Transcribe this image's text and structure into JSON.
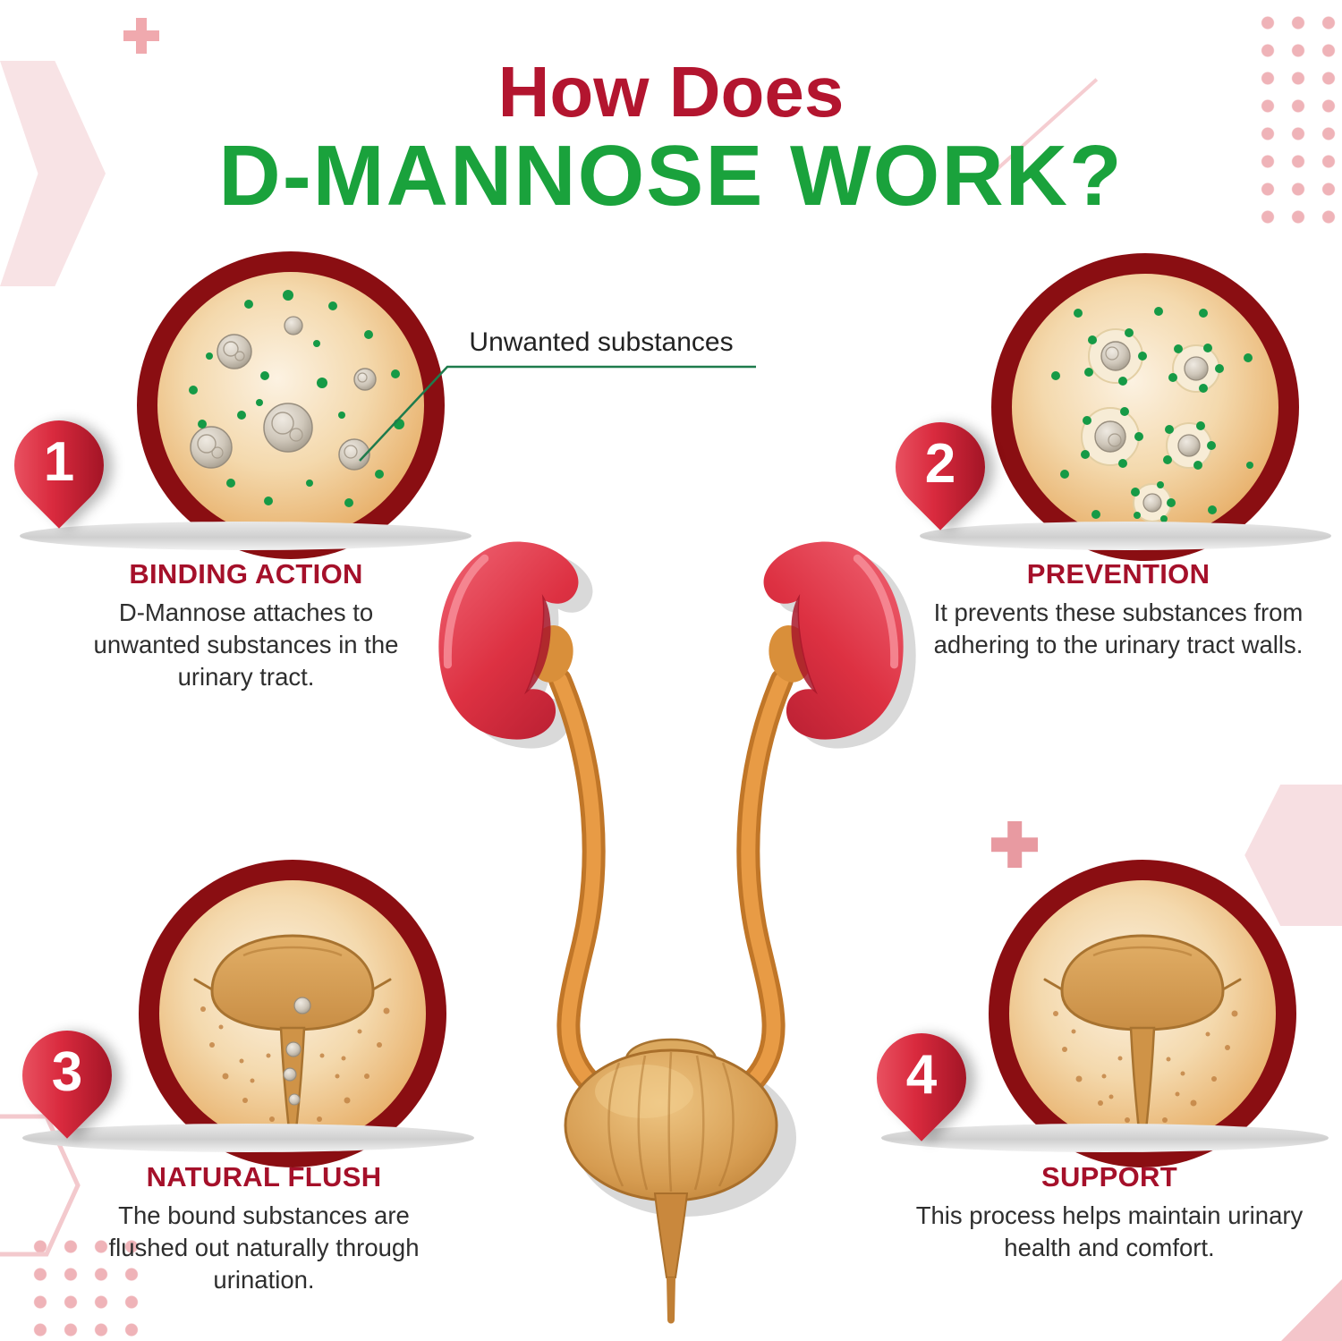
{
  "title": {
    "line1": "How Does",
    "line2": "D-MANNOSE WORK?"
  },
  "annotation": {
    "label": "Unwanted substances"
  },
  "steps": [
    {
      "number": "1",
      "title": "BINDING ACTION",
      "text": "D-Mannose attaches to unwanted substances in the urinary tract."
    },
    {
      "number": "2",
      "title": "PREVENTION",
      "text": "It prevents these substances from adhering to the urinary tract walls."
    },
    {
      "number": "3",
      "title": "NATURAL FLUSH",
      "text": "The bound substances are flushed out naturally through urination."
    },
    {
      "number": "4",
      "title": "SUPPORT",
      "text": "This process helps maintain urinary health and comfort."
    }
  ],
  "colors": {
    "title_red": "#b3152f",
    "title_green": "#1aa23c",
    "step_title_red": "#a5102a",
    "circle_ring": "#8a0e12",
    "dmannose_green": "#169a46",
    "annotation_line_green": "#1e7b4c",
    "kidney_red": "#dd3142",
    "ureter_orange": "#e89b45",
    "bladder_tan": "#d69c51",
    "accent_pink": "#efb3b8"
  },
  "decorations": [
    "plus-icon",
    "dots-grid",
    "chevron-icon",
    "hexagon-icon",
    "diagonal-line",
    "corner-triangle"
  ]
}
